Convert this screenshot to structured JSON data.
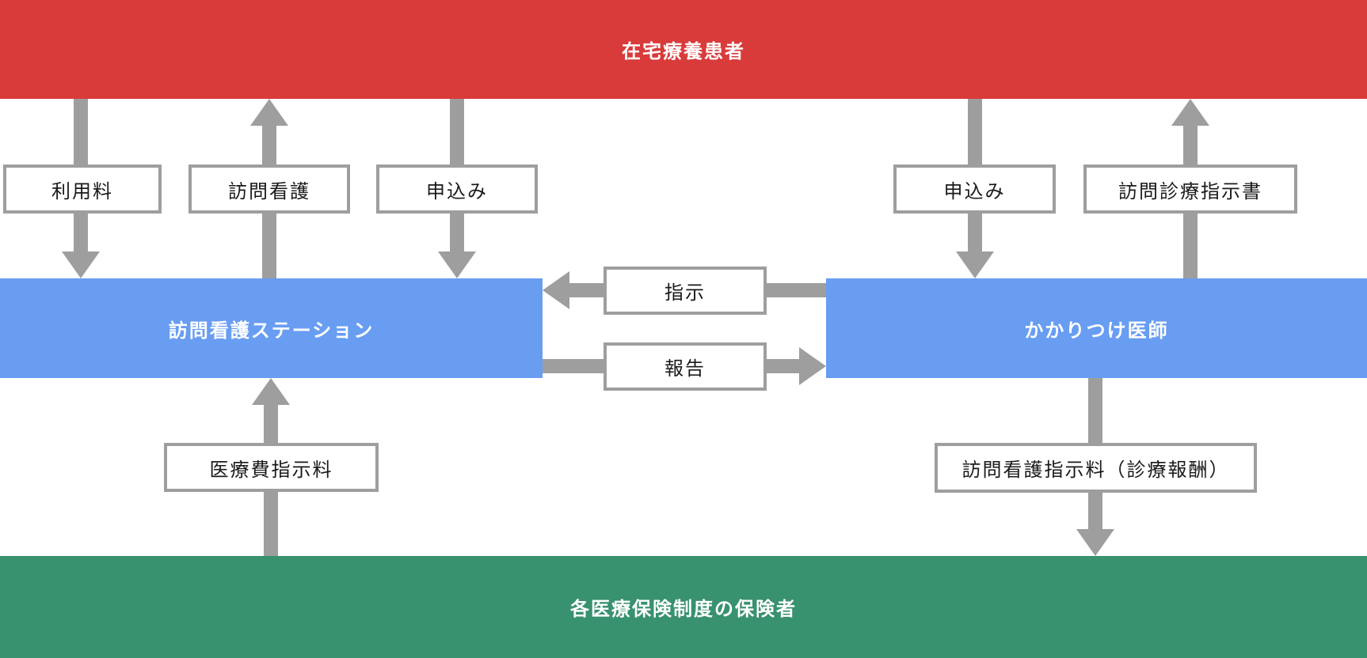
{
  "diagram": {
    "nodes": {
      "patient": "在宅療養患者",
      "nursing_station": "訪問看護ステーション",
      "doctor": "かかりつけ医師",
      "insurer": "各医療保険制度の保険者"
    },
    "flow_labels": {
      "usage_fee": "利用料",
      "visiting_nursing": "訪問看護",
      "application_left": "申込み",
      "application_right": "申込み",
      "visiting_care_directive": "訪問診療指示書",
      "instruction": "指示",
      "report": "報告",
      "medical_fee_directive": "医療費指示料",
      "nursing_directive_fee": "訪問看護指示料（診療報酬）"
    },
    "colors": {
      "patient_red": "#d93b3b",
      "org_blue": "#689df2",
      "insurer_green": "#38916f",
      "arrow_gray": "#9e9e9e"
    }
  }
}
